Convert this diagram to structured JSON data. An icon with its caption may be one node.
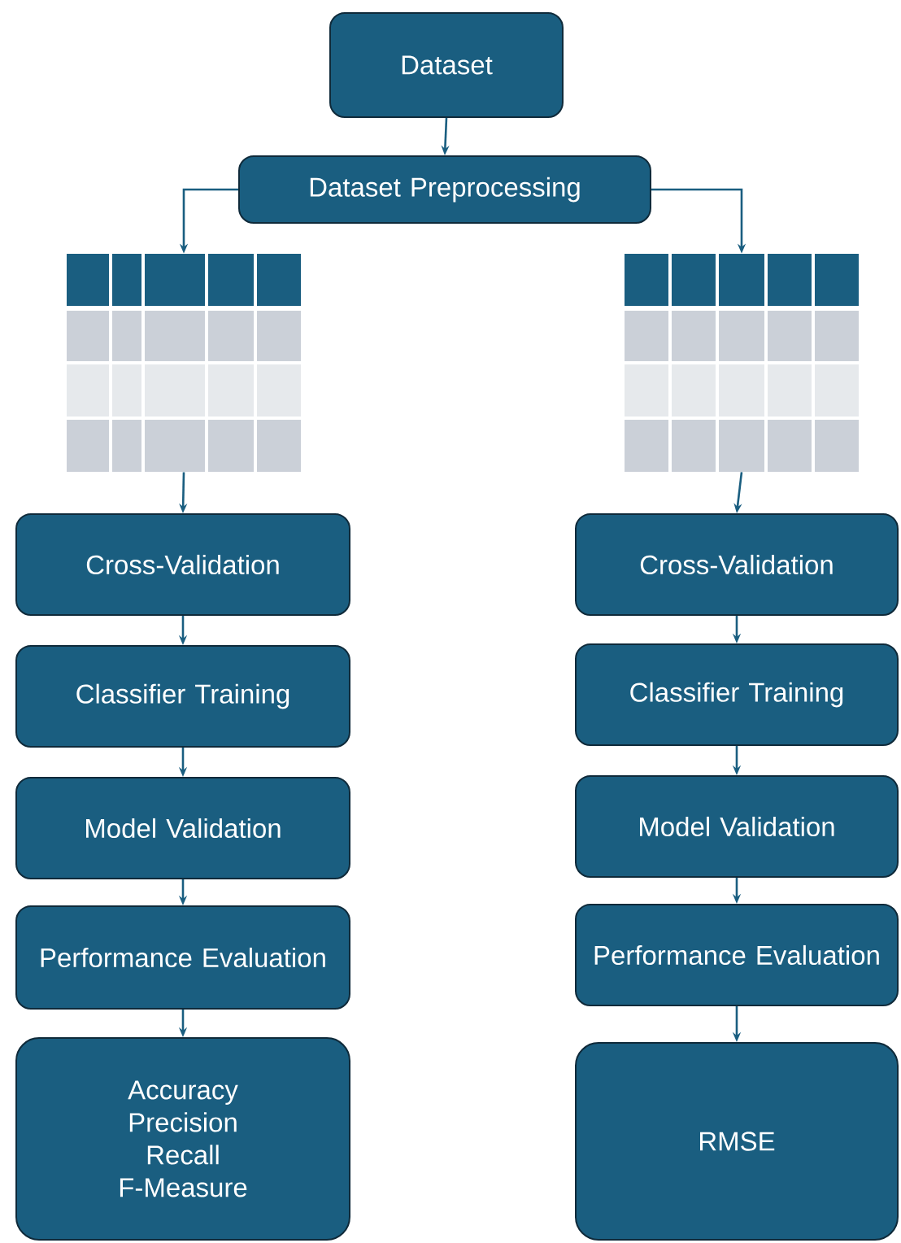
{
  "diagram": {
    "nodes": [
      {
        "text": [
          "Dataset"
        ]
      },
      {
        "text": [
          "Dataset Preprocessing"
        ]
      },
      {
        "text": [],
        "shape": "table"
      },
      {
        "text": [],
        "shape": "table"
      },
      {
        "text": [
          "Cross-Validation"
        ]
      },
      {
        "text": [
          "Classifier Training"
        ]
      },
      {
        "text": [
          "Model Validation"
        ]
      },
      {
        "text": [
          "Performance Evaluation"
        ]
      },
      {
        "text": [
          "Accuracy",
          "Precision",
          "Recall",
          "F-Measure"
        ]
      },
      {
        "text": [
          "Cross-Validation"
        ]
      },
      {
        "text": [
          "Classifier Training"
        ]
      },
      {
        "text": [
          "Model Validation"
        ]
      },
      {
        "text": [
          "Performance Evaluation"
        ]
      },
      {
        "text": [
          "RMSE"
        ]
      }
    ],
    "edges": [
      {
        "from": 0,
        "to": 1,
        "arrow": "to"
      },
      {
        "from": 1,
        "to": 2,
        "arrow": "to"
      },
      {
        "from": 1,
        "to": 3,
        "arrow": "to"
      },
      {
        "from": 2,
        "to": 4,
        "arrow": "to"
      },
      {
        "from": 4,
        "to": 5,
        "arrow": "to"
      },
      {
        "from": 5,
        "to": 6,
        "arrow": "to"
      },
      {
        "from": 6,
        "to": 7,
        "arrow": "to"
      },
      {
        "from": 7,
        "to": 8,
        "arrow": "to"
      },
      {
        "from": 3,
        "to": 9,
        "arrow": "to"
      },
      {
        "from": 9,
        "to": 10,
        "arrow": "to"
      },
      {
        "from": 10,
        "to": 11,
        "arrow": "to"
      },
      {
        "from": 11,
        "to": 12,
        "arrow": "to"
      },
      {
        "from": 12,
        "to": 13,
        "arrow": "to"
      }
    ]
  }
}
